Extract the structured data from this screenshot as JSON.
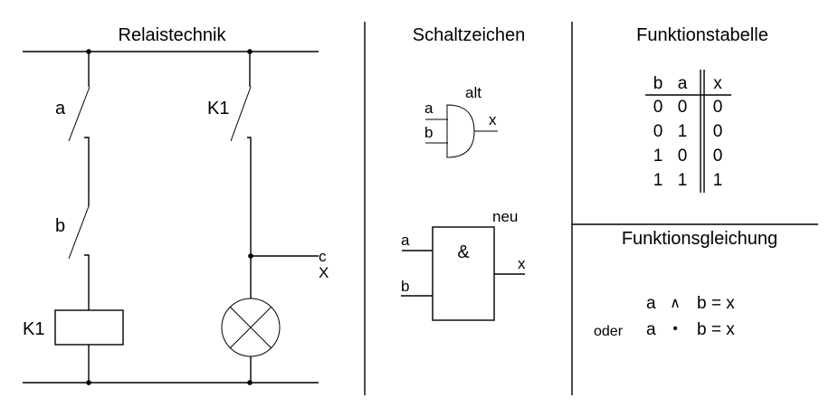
{
  "sections": {
    "relay": {
      "title": "Relaistechnik",
      "switch_a_label": "a",
      "switch_b_label": "b",
      "contact_k1_label": "K1",
      "relay_coil_label": "K1",
      "output_label_c": "c",
      "output_label_x": "X"
    },
    "symbols": {
      "title": "Schaltzeichen",
      "old_symbol": {
        "caption": "alt",
        "input_a": "a",
        "input_b": "b",
        "output": "x"
      },
      "new_symbol": {
        "caption": "neu",
        "operator": "&",
        "input_a": "a",
        "input_b": "b",
        "output": "x"
      }
    },
    "truth_table": {
      "title": "Funktionstabelle",
      "headers": [
        "b",
        "a",
        "x"
      ],
      "rows": [
        [
          "0",
          "0",
          "0"
        ],
        [
          "0",
          "1",
          "0"
        ],
        [
          "1",
          "0",
          "0"
        ],
        [
          "1",
          "1",
          "1"
        ]
      ]
    },
    "equation": {
      "title": "Funktionsgleichung",
      "line1": {
        "a": "a",
        "op": "∧",
        "rest": "b = x"
      },
      "line2": {
        "prefix": "oder",
        "a": "a",
        "op": "•",
        "rest": "b = x"
      }
    }
  }
}
